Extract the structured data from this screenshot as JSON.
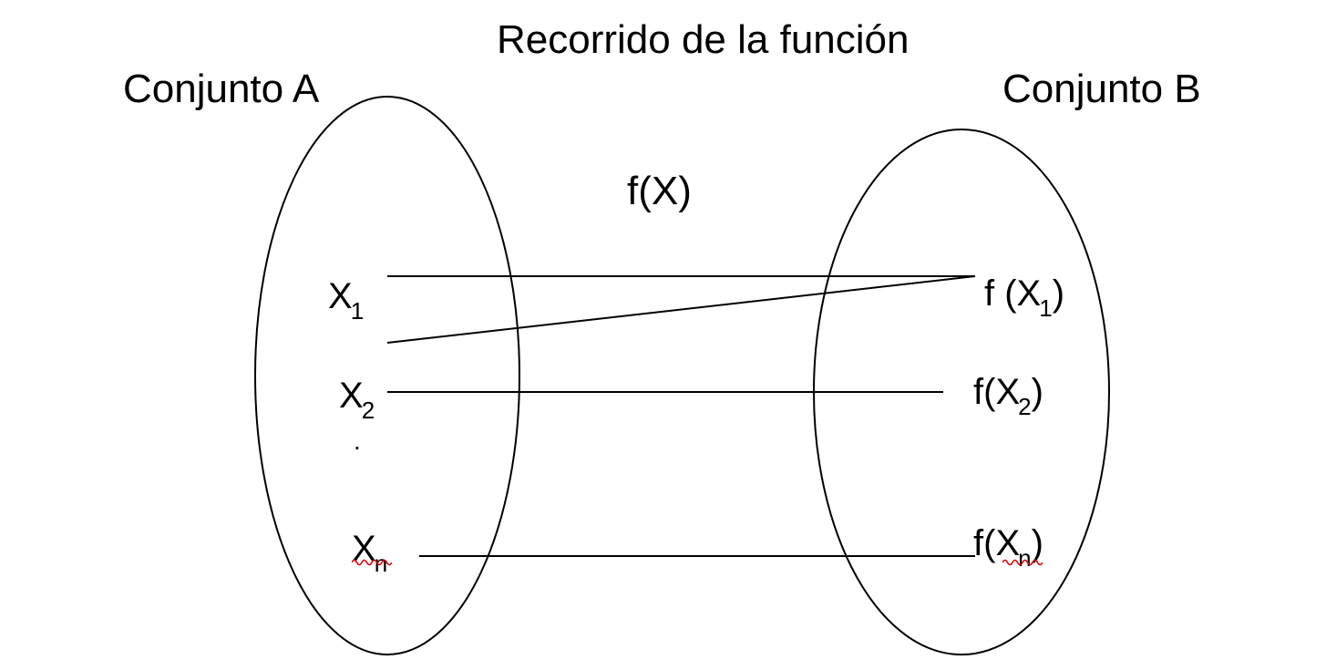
{
  "diagram": {
    "title": "Recorrido de la función",
    "set_a_label": "Conjunto A",
    "set_b_label": "Conjunto B",
    "function_label": "f(X)",
    "domain_elements": [
      {
        "base": "X",
        "sub": "1"
      },
      {
        "base": "X",
        "sub": "2"
      },
      {
        "base": "X",
        "sub": "n"
      }
    ],
    "ellipsis": ".",
    "range_elements": [
      {
        "prefix": "f (",
        "base": "X",
        "sub": "1",
        "suffix": ")"
      },
      {
        "prefix": "f(",
        "base": "X",
        "sub": "2",
        "suffix": ")"
      },
      {
        "prefix": "f(",
        "base": "X",
        "sub": "n",
        "suffix": ")"
      }
    ],
    "colors": {
      "ink": "#000000",
      "spellcheck": "#e00000",
      "background": "#ffffff"
    }
  }
}
